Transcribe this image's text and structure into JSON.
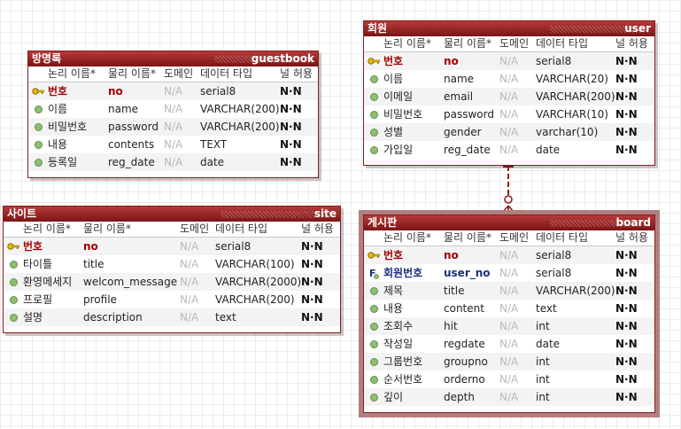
{
  "column_headers": {
    "logical": "논리 이름*",
    "physical": "물리 이름*",
    "domain": "도메인",
    "datatype": "데이터 타입",
    "nullable": "널 허용"
  },
  "na": "N/A",
  "nn": "N·N",
  "entities": {
    "guestbook": {
      "title": "방명록",
      "name": "guestbook",
      "rows": [
        {
          "logical": "번호",
          "physical": "no",
          "type": "serial8",
          "key": "pk"
        },
        {
          "logical": "이름",
          "physical": "name",
          "type": "VARCHAR(200)",
          "key": ""
        },
        {
          "logical": "비밀번호",
          "physical": "password",
          "type": "VARCHAR(200)",
          "key": ""
        },
        {
          "logical": "내용",
          "physical": "contents",
          "type": "TEXT",
          "key": ""
        },
        {
          "logical": "등록일",
          "physical": "reg_date",
          "type": "date",
          "key": ""
        }
      ]
    },
    "user": {
      "title": "회원",
      "name": "user",
      "rows": [
        {
          "logical": "번호",
          "physical": "no",
          "type": "serial8",
          "key": "pk"
        },
        {
          "logical": "이름",
          "physical": "name",
          "type": "VARCHAR(20)",
          "key": ""
        },
        {
          "logical": "이메일",
          "physical": "email",
          "type": "VARCHAR(200)",
          "key": ""
        },
        {
          "logical": "비밀번호",
          "physical": "password",
          "type": "VARCHAR(10)",
          "key": ""
        },
        {
          "logical": "성별",
          "physical": "gender",
          "type": "varchar(10)",
          "key": ""
        },
        {
          "logical": "가입일",
          "physical": "reg_date",
          "type": "date",
          "key": ""
        }
      ]
    },
    "site": {
      "title": "사이트",
      "name": "site",
      "rows": [
        {
          "logical": "번호",
          "physical": "no",
          "type": "serial8",
          "key": "pk"
        },
        {
          "logical": "타이틀",
          "physical": "title",
          "type": "VARCHAR(100)",
          "key": ""
        },
        {
          "logical": "환영메세지",
          "physical": "welcom_message",
          "type": "VARCHAR(2000)",
          "key": ""
        },
        {
          "logical": "프로필",
          "physical": "profile",
          "type": "VARCHAR(200)",
          "key": ""
        },
        {
          "logical": "설명",
          "physical": "description",
          "type": "text",
          "key": ""
        }
      ]
    },
    "board": {
      "title": "게시판",
      "name": "board",
      "rows": [
        {
          "logical": "번호",
          "physical": "no",
          "type": "serial8",
          "key": "pk"
        },
        {
          "logical": "회원번호",
          "physical": "user_no",
          "type": "serial8",
          "key": "fk"
        },
        {
          "logical": "제목",
          "physical": "title",
          "type": "VARCHAR(200)",
          "key": ""
        },
        {
          "logical": "내용",
          "physical": "content",
          "type": "text",
          "key": ""
        },
        {
          "logical": "조회수",
          "physical": "hit",
          "type": "int",
          "key": ""
        },
        {
          "logical": "작성일",
          "physical": "regdate",
          "type": "date",
          "key": ""
        },
        {
          "logical": "그룹번호",
          "physical": "groupno",
          "type": "int",
          "key": ""
        },
        {
          "logical": "순서번호",
          "physical": "orderno",
          "type": "int",
          "key": ""
        },
        {
          "logical": "깊이",
          "physical": "depth",
          "type": "int",
          "key": ""
        }
      ]
    }
  },
  "colors": {
    "header_top": "#b53a3a",
    "header_bottom": "#7c1414",
    "pk_text": "#a00000",
    "fk_text": "#1a2e7a",
    "relationship": "#8a2222"
  }
}
